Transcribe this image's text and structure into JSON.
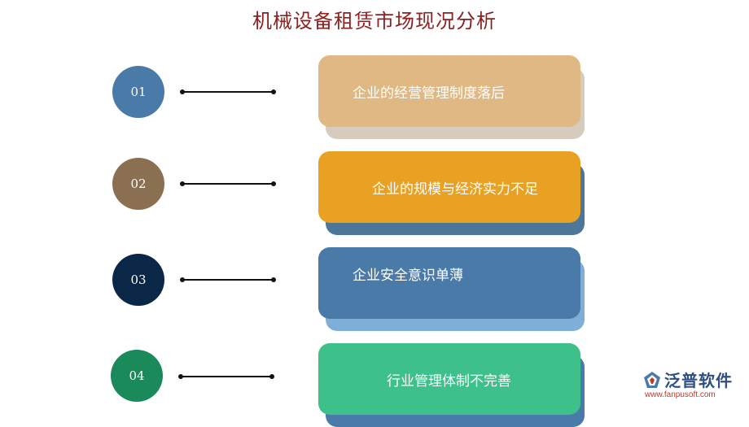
{
  "title": "机械设备租赁市场现况分析",
  "items": [
    {
      "number": "01",
      "text": "企业的经营管理制度落后",
      "circle_color": "#4a7aa8",
      "card_color": "#dfb883",
      "shadow_color": "#d6cbbc"
    },
    {
      "number": "02",
      "text": "企业的规模与经济实力不足",
      "circle_color": "#8a7050",
      "card_color": "#e8a122",
      "shadow_color": "#4d7799"
    },
    {
      "number": "03",
      "text": "企业安全意识单薄",
      "circle_color": "#0b2748",
      "card_color": "#4a7aa8",
      "shadow_color": "#7faed9"
    },
    {
      "number": "04",
      "text": "行业管理体制不完善",
      "circle_color": "#1a8a5a",
      "card_color": "#3ec08a",
      "shadow_color": "#4a7aa8"
    }
  ],
  "watermark": {
    "brand": "泛普软件",
    "url": "www.fanpusoft.com"
  }
}
